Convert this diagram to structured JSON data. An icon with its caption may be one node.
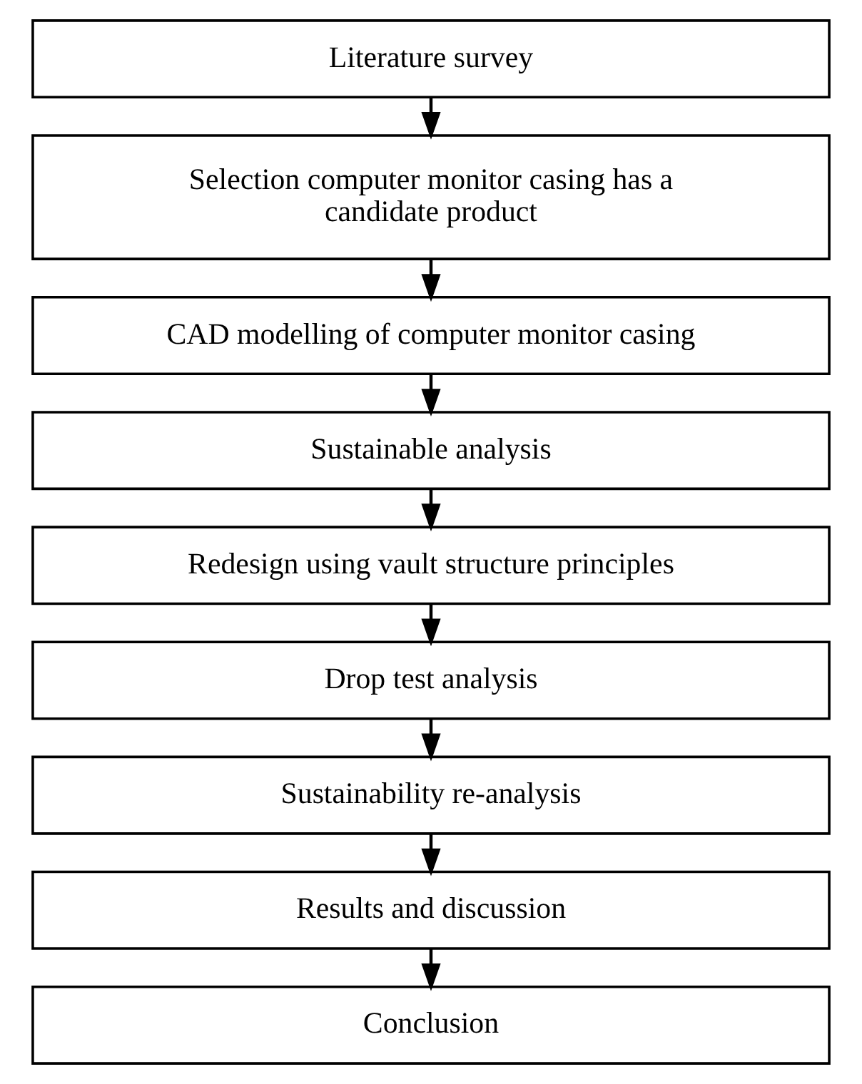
{
  "diagram": {
    "nodes": [
      {
        "text": [
          "Literature survey"
        ]
      },
      {
        "text": [
          "Selection computer monitor casing has a candidate product"
        ]
      },
      {
        "text": [
          "CAD modelling of computer monitor casing"
        ]
      },
      {
        "text": [
          "Sustainable analysis"
        ]
      },
      {
        "text": [
          "Redesign using vault structure principles"
        ]
      },
      {
        "text": [
          "Drop test analysis"
        ]
      },
      {
        "text": [
          "Sustainability re-analysis"
        ]
      },
      {
        "text": [
          "Results and discussion"
        ]
      },
      {
        "text": [
          "Conclusion"
        ]
      }
    ],
    "edges": [
      {
        "from": 0,
        "to": 1,
        "arrow": "to"
      },
      {
        "from": 1,
        "to": 2,
        "arrow": "to"
      },
      {
        "from": 2,
        "to": 3,
        "arrow": "to"
      },
      {
        "from": 3,
        "to": 4,
        "arrow": "to"
      },
      {
        "from": 4,
        "to": 5,
        "arrow": "to"
      },
      {
        "from": 5,
        "to": 6,
        "arrow": "to"
      },
      {
        "from": 6,
        "to": 7,
        "arrow": "to"
      },
      {
        "from": 7,
        "to": 8,
        "arrow": "to"
      }
    ]
  }
}
